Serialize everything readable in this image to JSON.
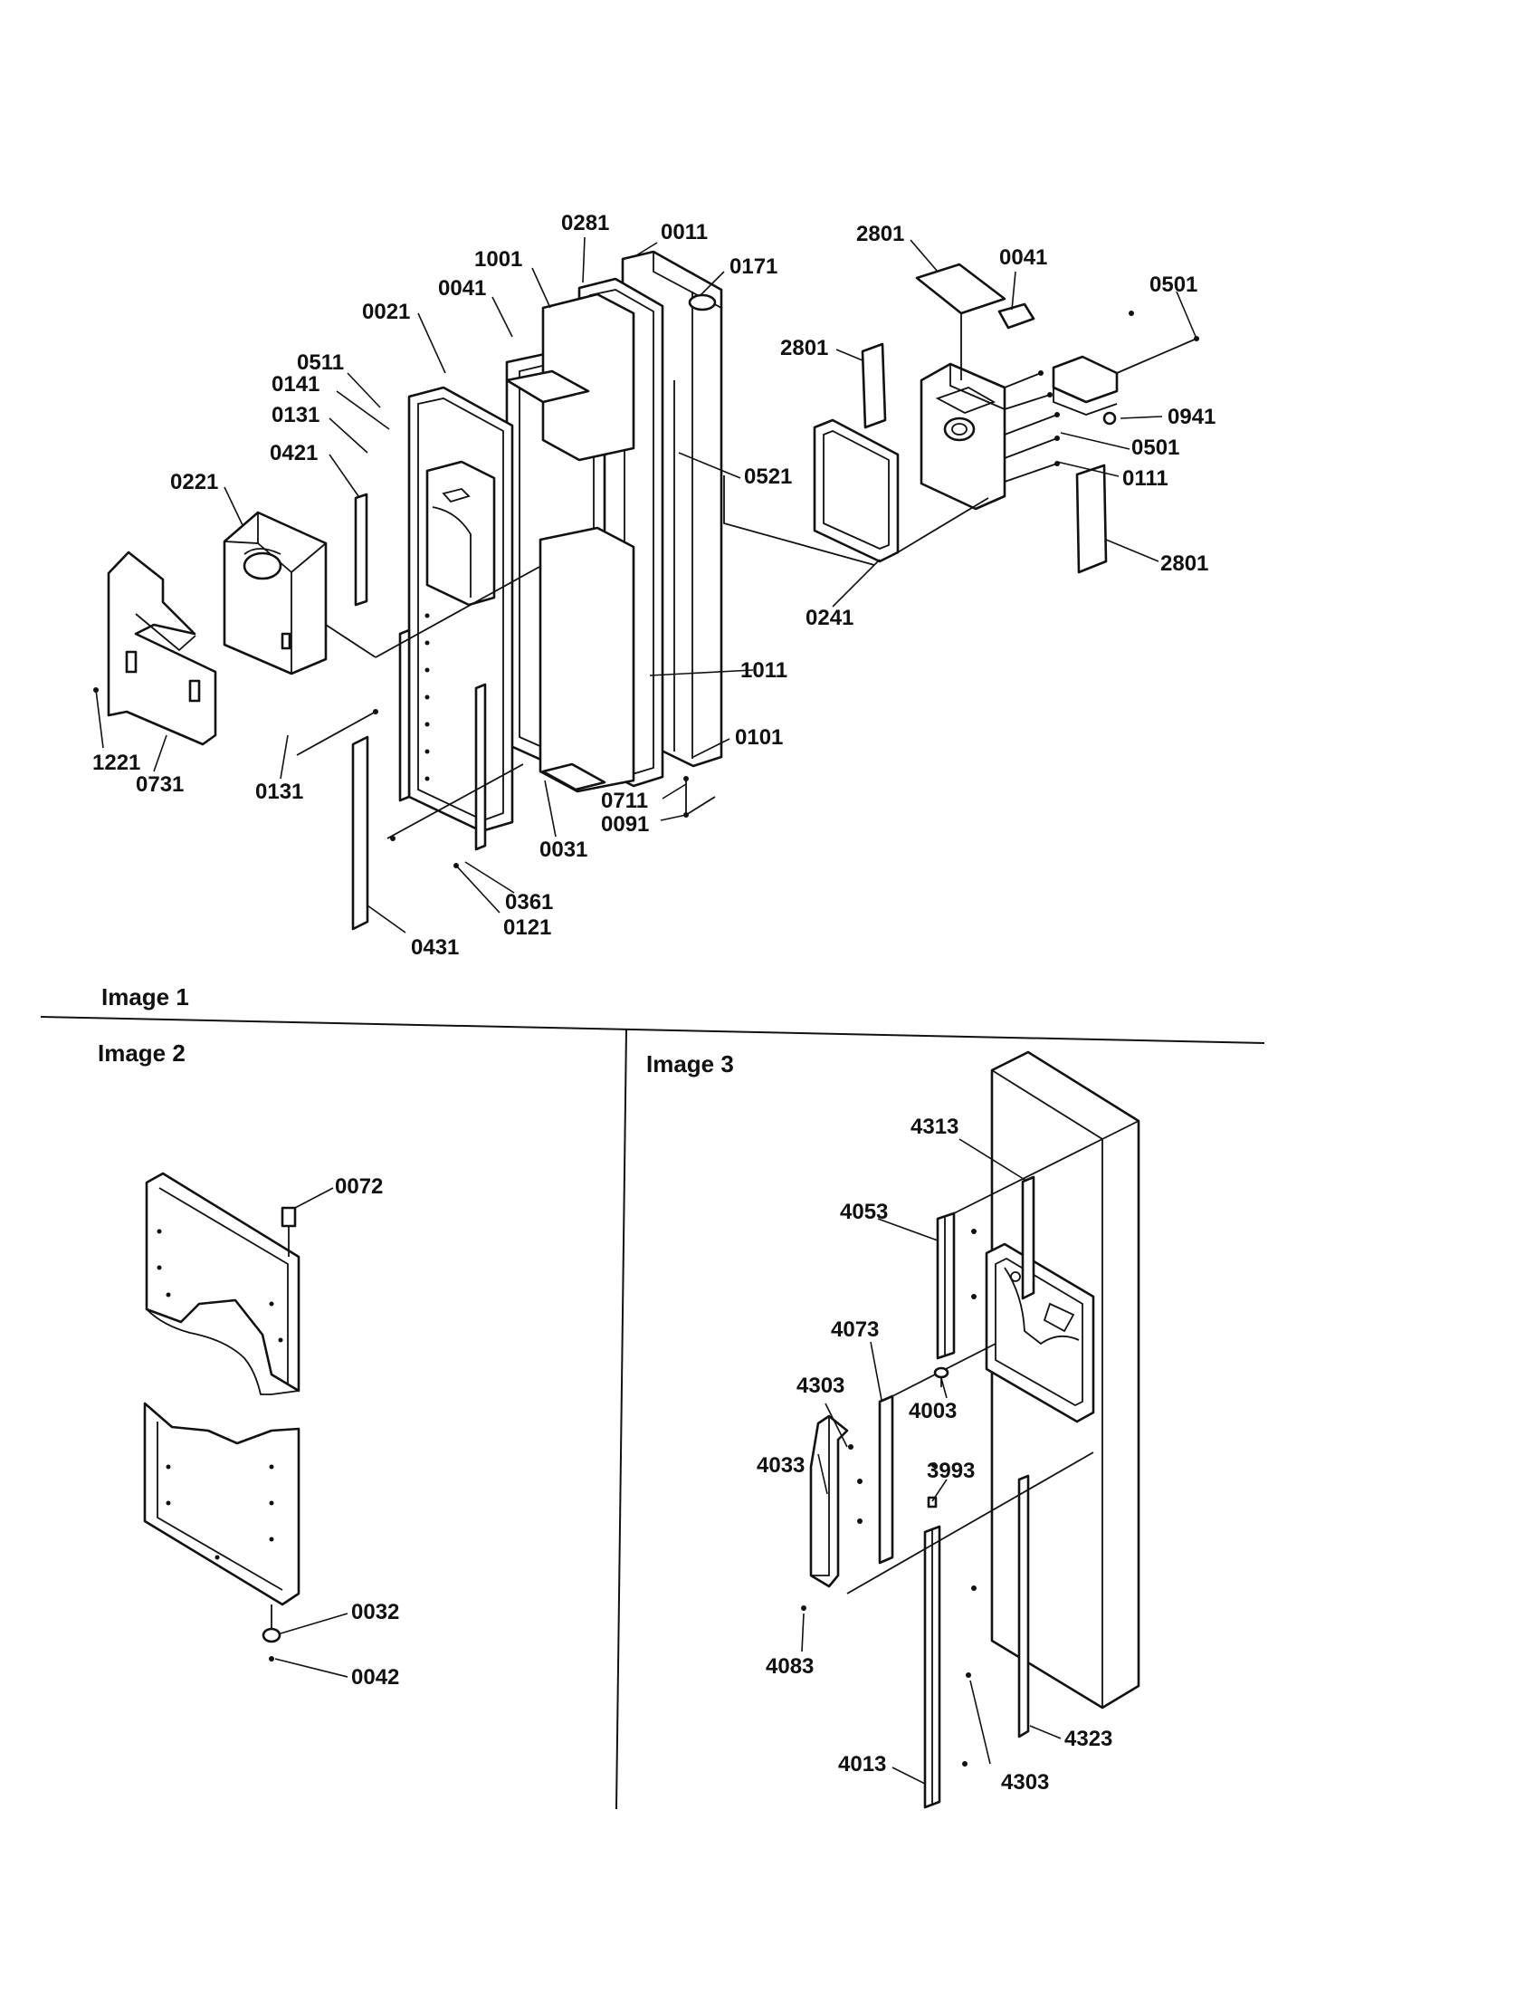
{
  "panels": [
    {
      "caption": "Image 1"
    },
    {
      "caption": "Image 2"
    },
    {
      "caption": "Image 3"
    }
  ],
  "callouts": {
    "image1": [
      "0281",
      "0011",
      "0171",
      "1001",
      "0041",
      "0021",
      "0511",
      "0141",
      "0131",
      "0421",
      "0221",
      "0521",
      "2801",
      "0041",
      "0501",
      "2801",
      "0941",
      "0501",
      "0111",
      "2801",
      "0241",
      "1011",
      "0101",
      "0711",
      "0091",
      "1221",
      "0731",
      "0131",
      "0031",
      "0361",
      "0121",
      "0431"
    ],
    "image2": [
      "0072",
      "0032",
      "0042"
    ],
    "image3": [
      "4313",
      "4053",
      "4073",
      "4003",
      "4303",
      "4033",
      "3993",
      "4083",
      "4013",
      "4303",
      "4323"
    ]
  }
}
